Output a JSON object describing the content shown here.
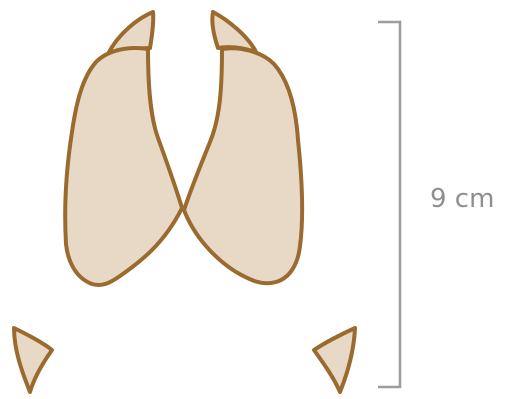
{
  "scale_bar": {
    "label": "9 cm",
    "color": "#9c9c9c"
  },
  "colors": {
    "fill": "#e8d9c6",
    "stroke": "#9b6a2e"
  },
  "shapes": [
    "left-cranial-lobe",
    "right-cranial-lobe",
    "left-caudal-lobe",
    "right-caudal-lobe",
    "left-small-lobe-tip",
    "right-small-lobe-tip"
  ]
}
